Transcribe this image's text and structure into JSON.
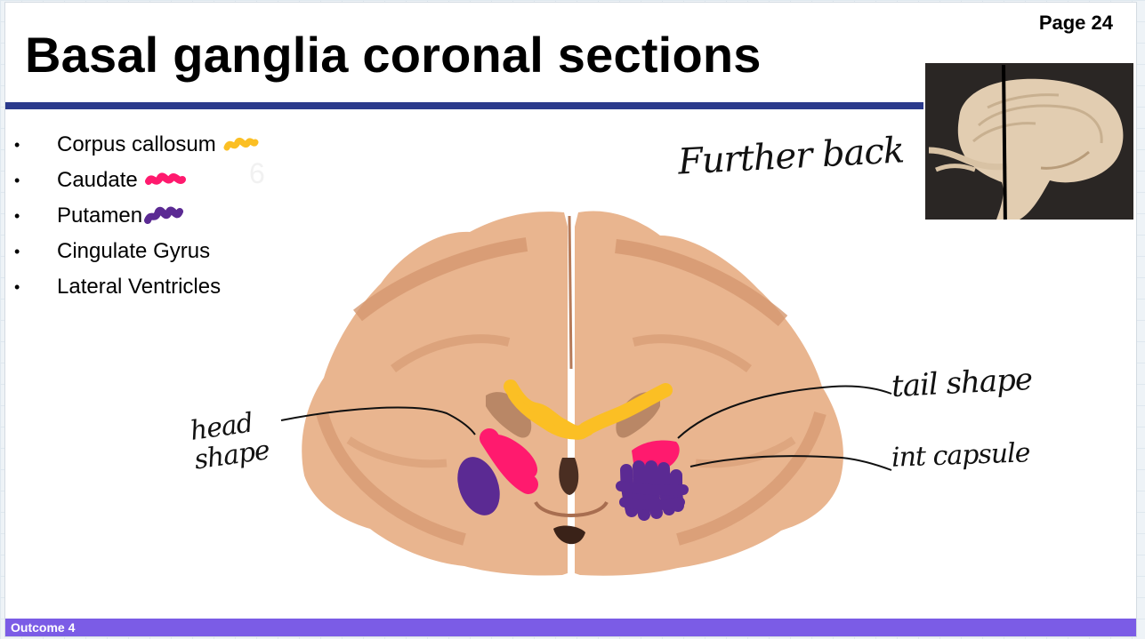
{
  "slide": {
    "page_number": "Page 24",
    "title": "Basal ganglia coronal sections",
    "bullets": [
      {
        "label": "Corpus callosum",
        "marker_color": "#fbbf24"
      },
      {
        "label": "Caudate",
        "marker_color": "#ff1a6e"
      },
      {
        "label": "Putamen",
        "marker_color": "#5b2a93"
      },
      {
        "label": "Cingulate Gyrus",
        "marker_color": ""
      },
      {
        "label": "Lateral Ventricles",
        "marker_color": ""
      }
    ],
    "ghost_number": "6",
    "footer": "Outcome 4"
  },
  "annotations": {
    "further_back": "Further back",
    "tail_shape": "tail shape",
    "int_capsule": "int capsule",
    "head_shape_line1": "head",
    "head_shape_line2": "shape"
  },
  "colors": {
    "title_bar": "#2b3a8c",
    "footer_bar": "#7b5ce6",
    "corpus_callosum": "#fbbf24",
    "caudate": "#ff1a6e",
    "putamen": "#5b2a93",
    "tissue": "#e7b18c",
    "gray_matter": "#d49a76"
  },
  "icons": {
    "thumbnail": "brain-sagittal-photo-icon",
    "main_image": "brain-coronal-section-icon"
  }
}
